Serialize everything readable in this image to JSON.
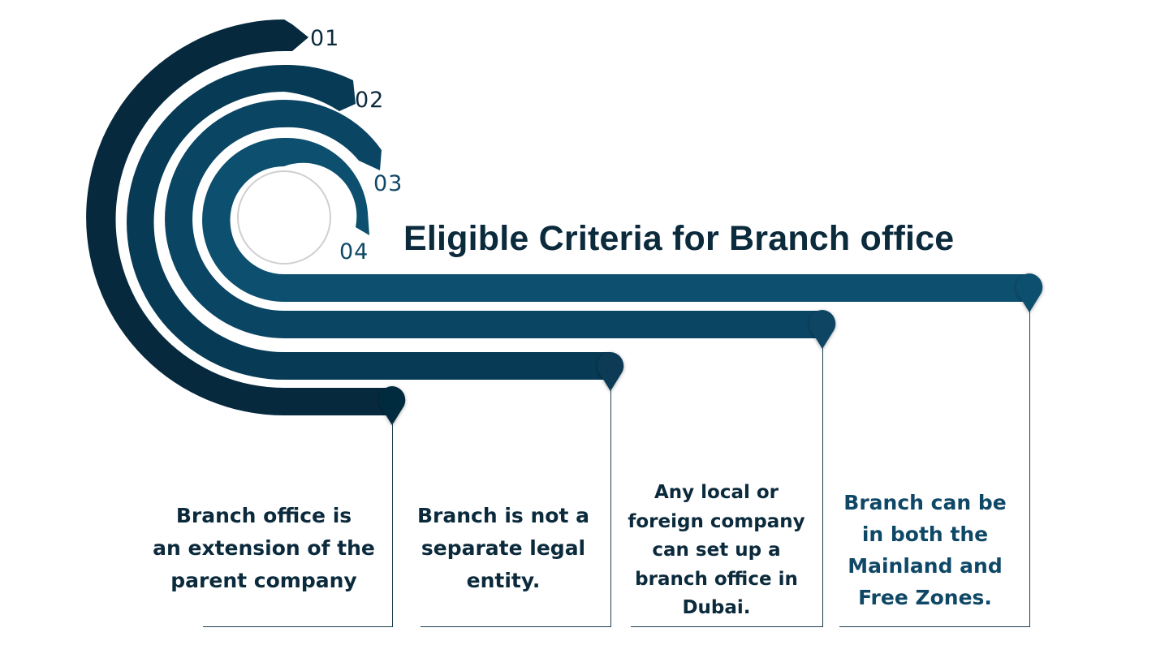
{
  "title": "Eligible Criteria for Branch office",
  "colors": {
    "arc1": "#06293d",
    "arc2": "#073a55",
    "arc3": "#0a4564",
    "arc4": "#0d4f6e",
    "text_dark": "#0b2a3c",
    "text_blue": "#0f4866"
  },
  "steps": [
    {
      "number": "01",
      "text": "Branch office is an extension of the parent company",
      "lines": [
        "Branch office is",
        "an extension of the",
        "parent company"
      ]
    },
    {
      "number": "02",
      "text": "Branch is not a separate legal entity.",
      "lines": [
        "Branch is not a",
        "separate legal",
        "entity."
      ]
    },
    {
      "number": "03",
      "text": "Any local or foreign company can set up a branch office in Dubai.",
      "lines": [
        "Any local or",
        "foreign company",
        "can set up a",
        "branch office in",
        "Dubai."
      ]
    },
    {
      "number": "04",
      "text": "Branch can be in both the Mainland and Free Zones.",
      "lines": [
        "Branch can be",
        "in both the",
        "Mainland and",
        "Free Zones."
      ]
    }
  ]
}
